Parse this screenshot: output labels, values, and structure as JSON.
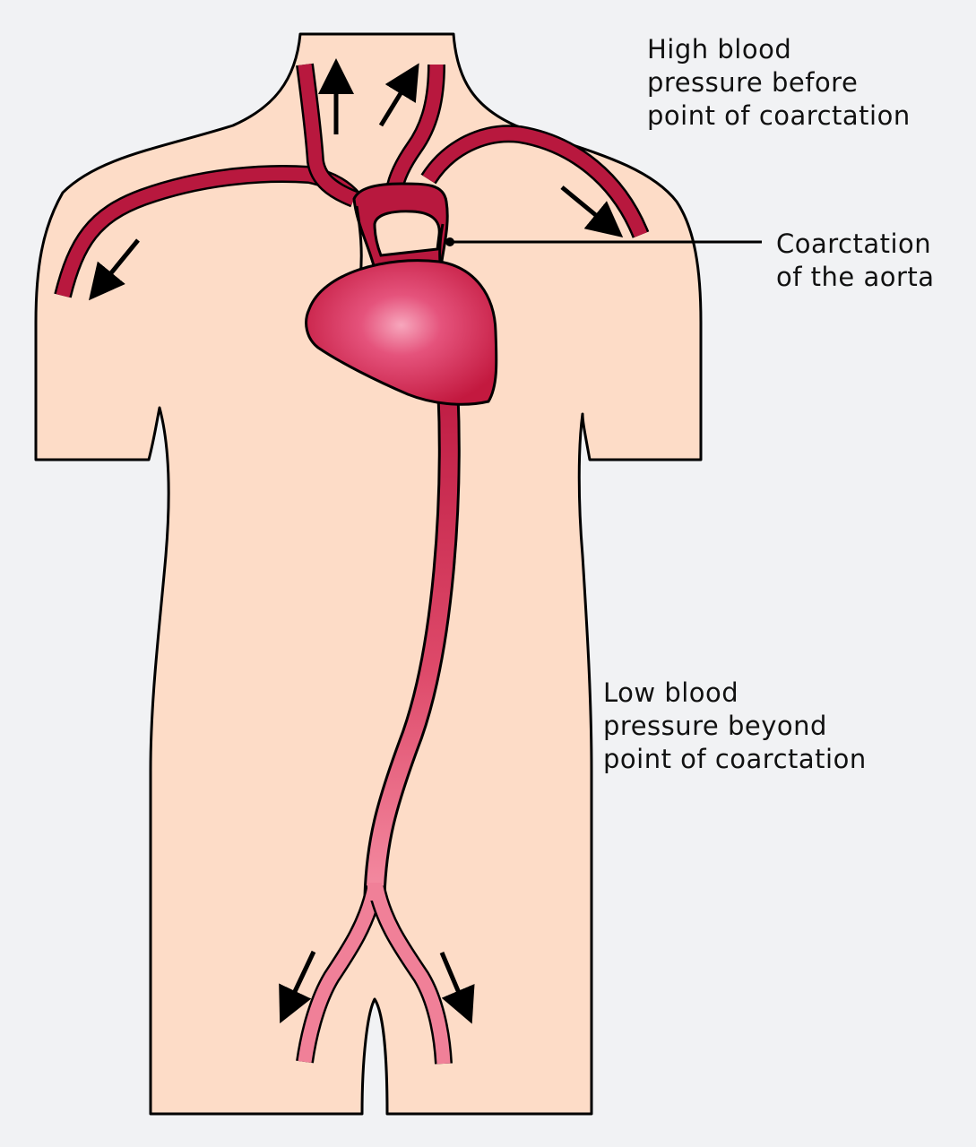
{
  "colors": {
    "background": "#f1f2f4",
    "skin": "#fddcc7",
    "outline": "#000000",
    "artery_upper": "#b8183e",
    "artery_lower": "#f08098",
    "heart": "#cc2450",
    "heart_highlight": "#f48aa8"
  },
  "labels": {
    "high_pressure": {
      "line1": "High blood",
      "line2": "pressure before",
      "line3": "point of coarctation"
    },
    "coarctation": {
      "line1": "Coarctation",
      "line2": "of the aorta"
    },
    "low_pressure": {
      "line1": "Low blood",
      "line2": "pressure beyond",
      "line3": "point of coarctation"
    }
  }
}
